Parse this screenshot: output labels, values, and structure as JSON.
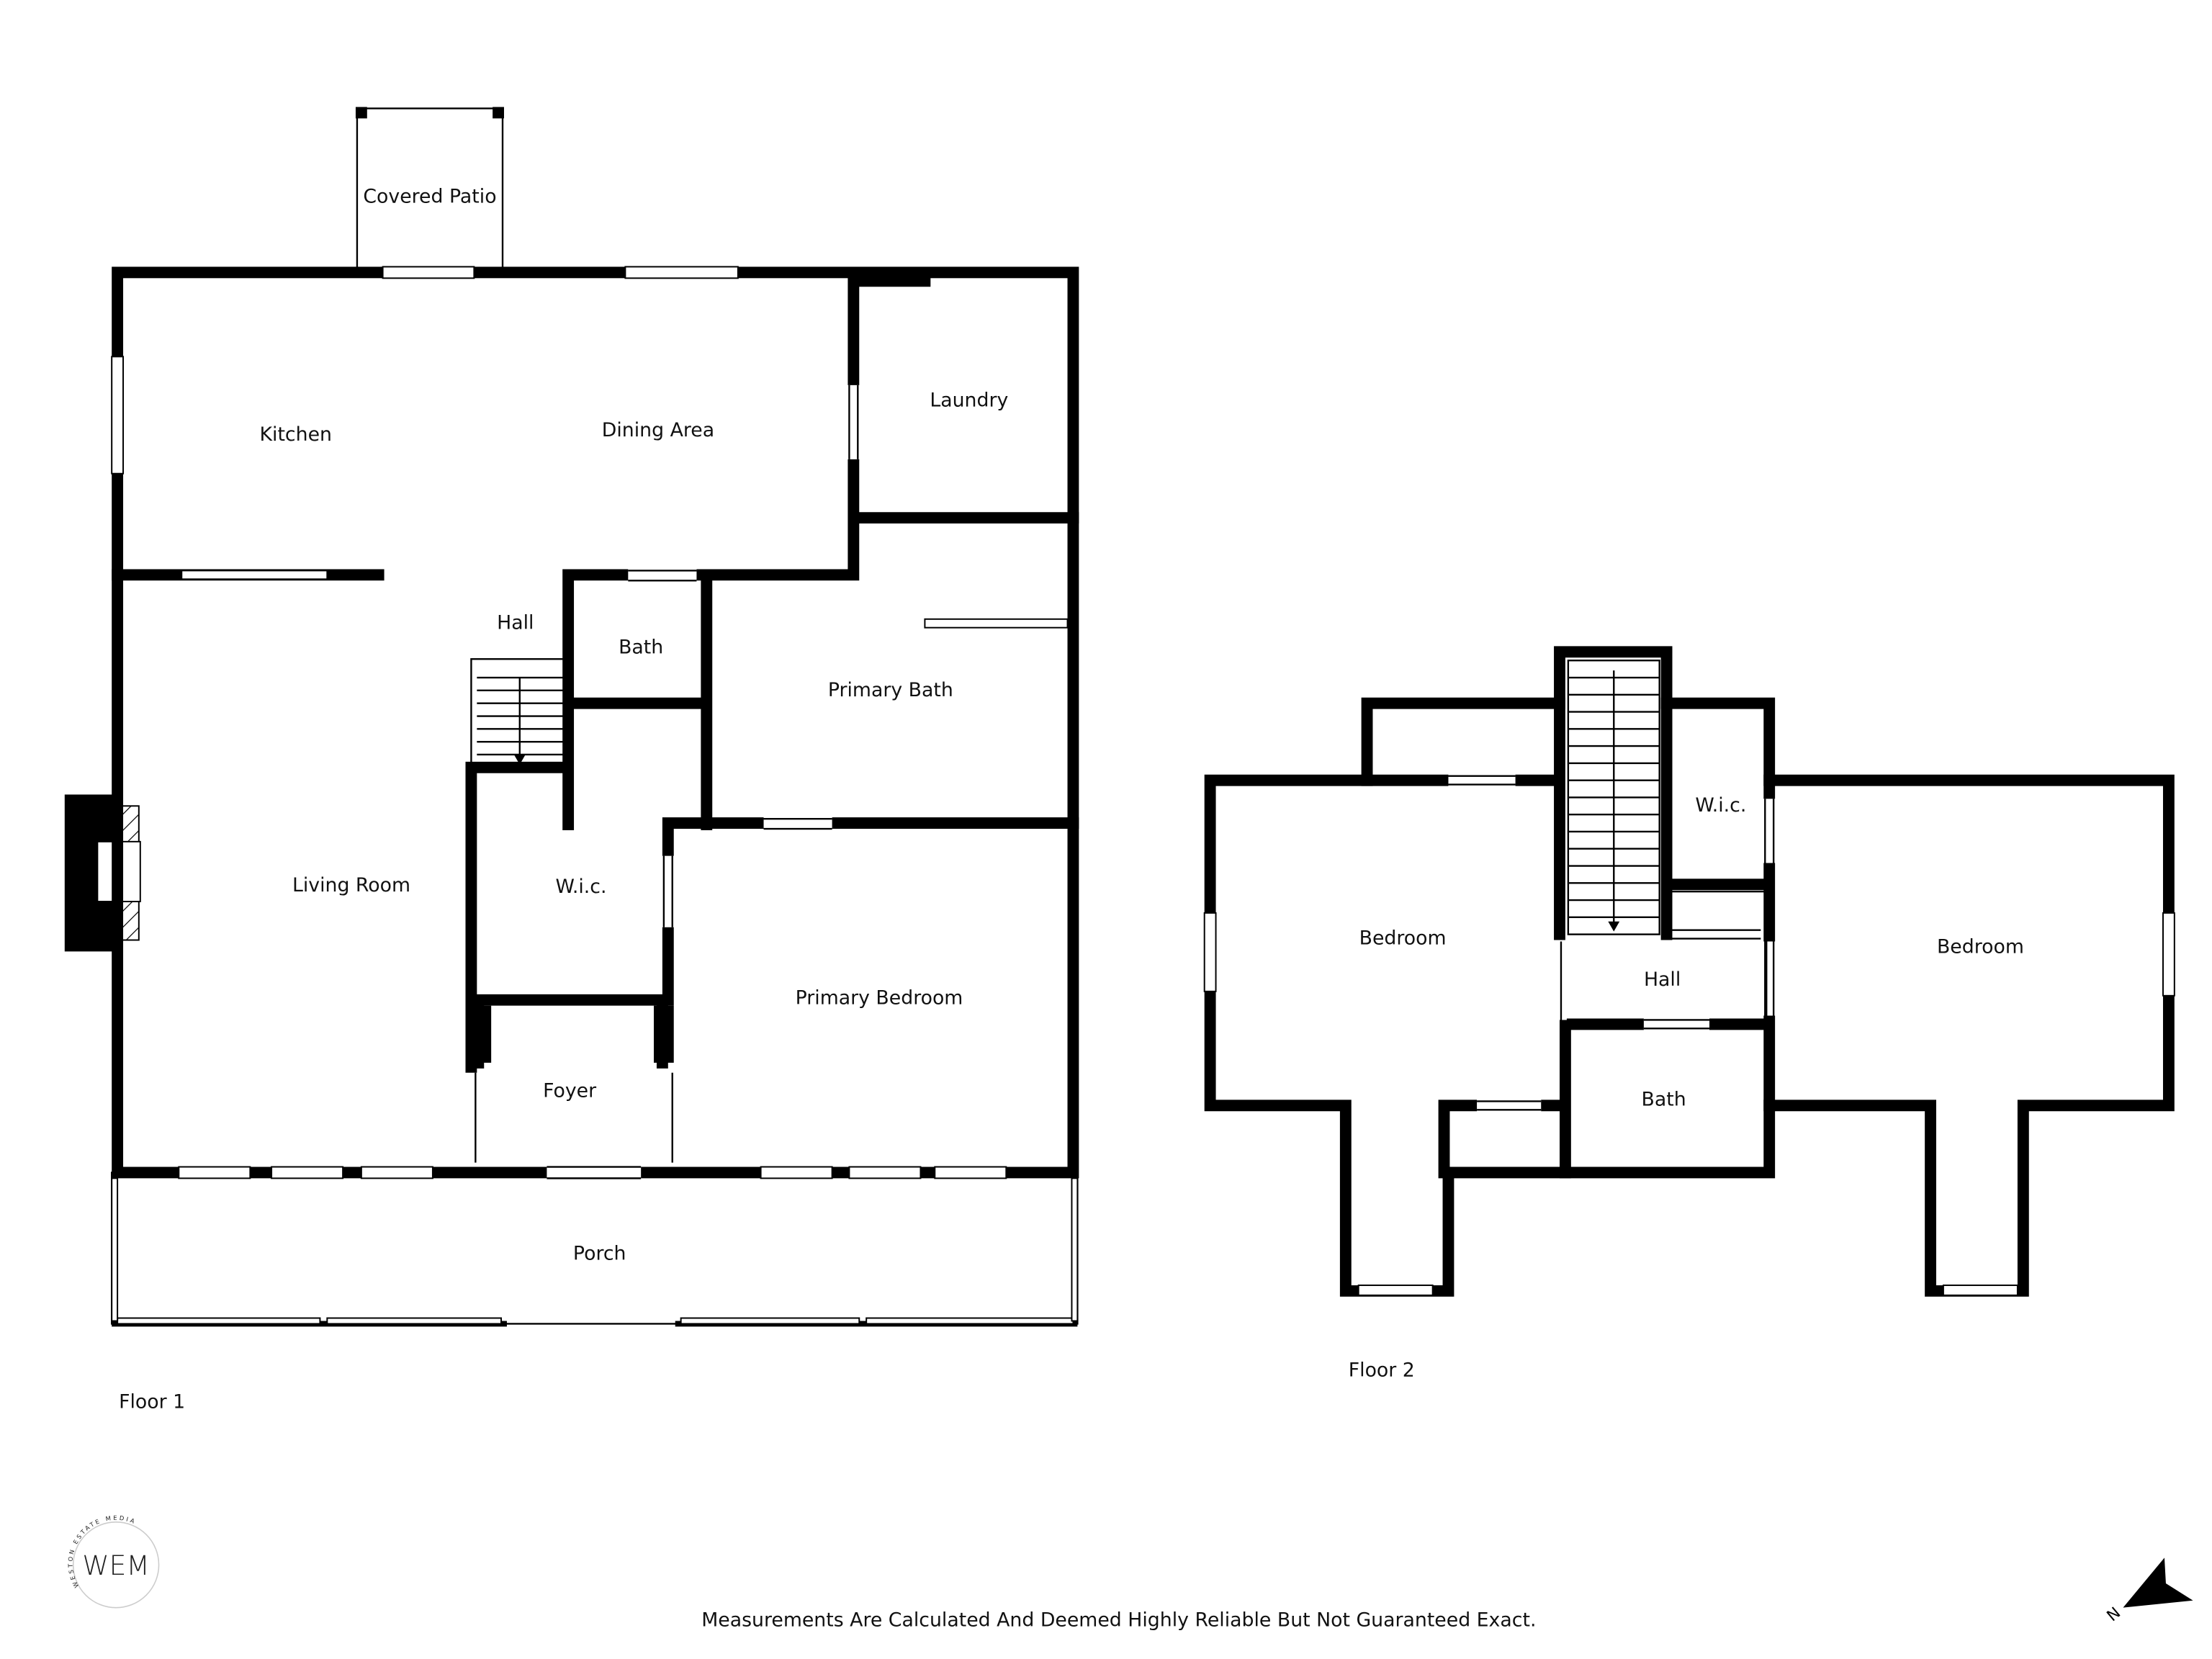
{
  "floor1": {
    "label": "Floor 1",
    "rooms": {
      "covered_patio": "Covered Patio",
      "kitchen": "Kitchen",
      "dining_area": "Dining Area",
      "laundry": "Laundry",
      "hall": "Hall",
      "bath": "Bath",
      "primary_bath": "Primary Bath",
      "living_room": "Living Room",
      "wic": "W.i.c.",
      "primary_bedroom": "Primary Bedroom",
      "foyer": "Foyer",
      "porch": "Porch"
    }
  },
  "floor2": {
    "label": "Floor 2",
    "rooms": {
      "bedroom_left": "Bedroom",
      "wic": "W.i.c.",
      "hall": "Hall",
      "bedroom_right": "Bedroom",
      "bath": "Bath"
    }
  },
  "logo": {
    "initials": "WEM",
    "name": "WESTON ESTATE MEDIA"
  },
  "disclaimer": "Measurements Are Calculated And Deemed Highly Reliable But Not Guaranteed Exact.",
  "compass": {
    "label": "N"
  }
}
